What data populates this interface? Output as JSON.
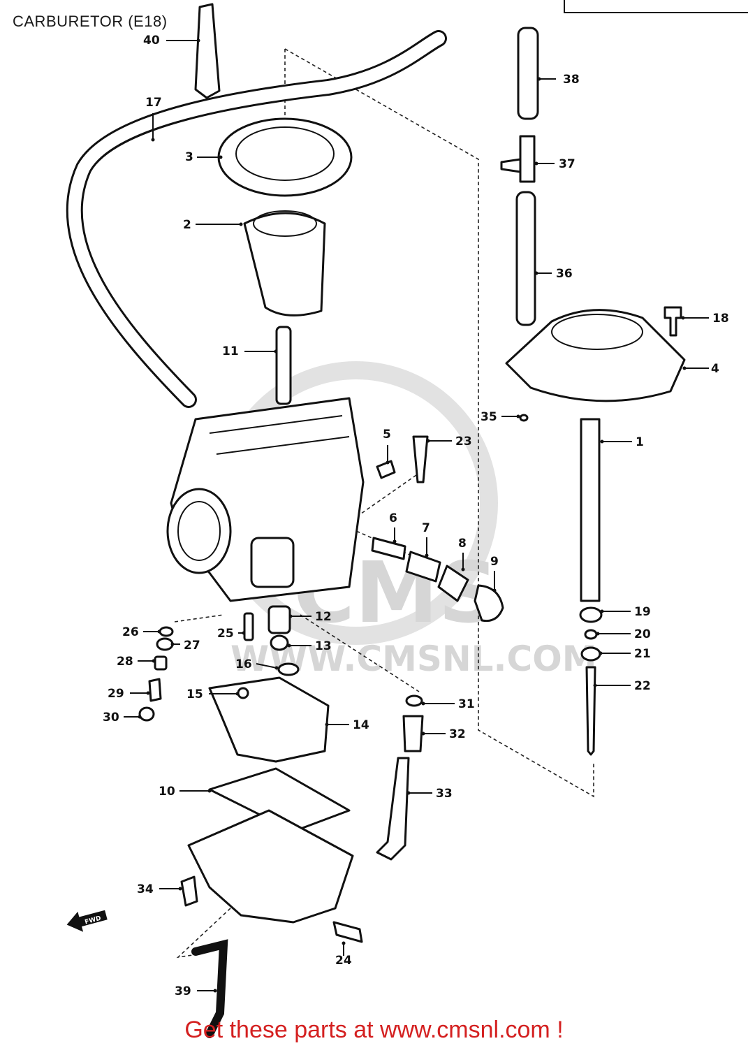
{
  "title": "CARBURETOR (E18)",
  "footer_text": "Get these parts at www.cmsnl.com !",
  "watermark": {
    "brand": "CMS",
    "url": "WWW.CMSNL.COM"
  },
  "fwd_label": "FWD",
  "part_numbers": [
    "40",
    "17",
    "3",
    "2",
    "11",
    "38",
    "37",
    "36",
    "18",
    "4",
    "35",
    "1",
    "5",
    "23",
    "6",
    "7",
    "8",
    "9",
    "19",
    "20",
    "21",
    "22",
    "12",
    "13",
    "26",
    "27",
    "25",
    "28",
    "16",
    "29",
    "15",
    "31",
    "30",
    "14",
    "32",
    "10",
    "33",
    "34",
    "24",
    "39"
  ],
  "colors": {
    "ink": "#111111",
    "footer": "#d42020",
    "watermark": "#d6d6d6"
  }
}
